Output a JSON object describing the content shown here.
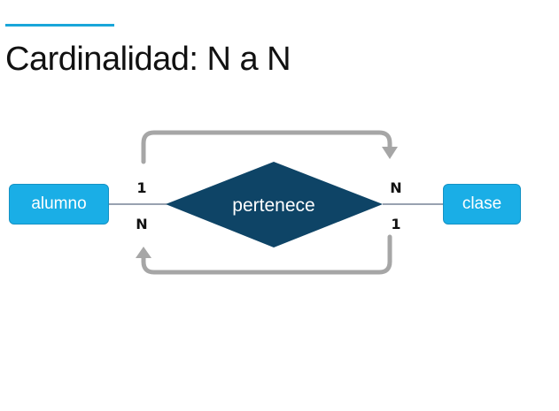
{
  "title": "Cardinalidad: N a N",
  "entities": {
    "left": "alumno",
    "right": "clase"
  },
  "relationship": "pertenece",
  "cardinality": {
    "left_top": "1",
    "left_bottom": "N",
    "right_top": "N",
    "right_bottom": "1"
  },
  "colors": {
    "accent": "#1aa6d9",
    "entity": "#1aaee6",
    "relationship": "#0e4466",
    "arrow": "#a6a6a6"
  }
}
